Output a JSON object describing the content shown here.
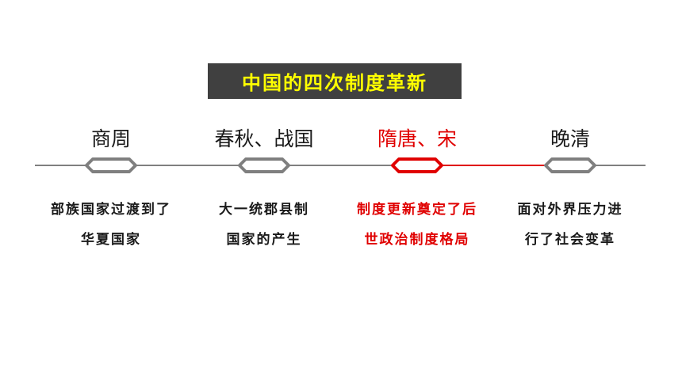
{
  "title": "中国的四次制度革新",
  "colors": {
    "title_bg": "#404040",
    "title_text": "#ffff00",
    "normal_text": "#1a1a1a",
    "highlight": "#e00000",
    "line": "#808080",
    "node_stroke": "#7f7f7f"
  },
  "stages": [
    {
      "era": "商周",
      "desc_line1": "部族国家过渡到了",
      "desc_line2": "华夏国家",
      "highlight": false
    },
    {
      "era": "春秋、战国",
      "desc_line1": "大一统郡县制",
      "desc_line2": "国家的产生",
      "highlight": false
    },
    {
      "era": "隋唐、宋",
      "desc_line1": "制度更新奠定了后",
      "desc_line2": "世政治制度格局",
      "highlight": true
    },
    {
      "era": "晚清",
      "desc_line1": "面对外界压力进",
      "desc_line2": "行了社会变革",
      "highlight": false
    }
  ]
}
